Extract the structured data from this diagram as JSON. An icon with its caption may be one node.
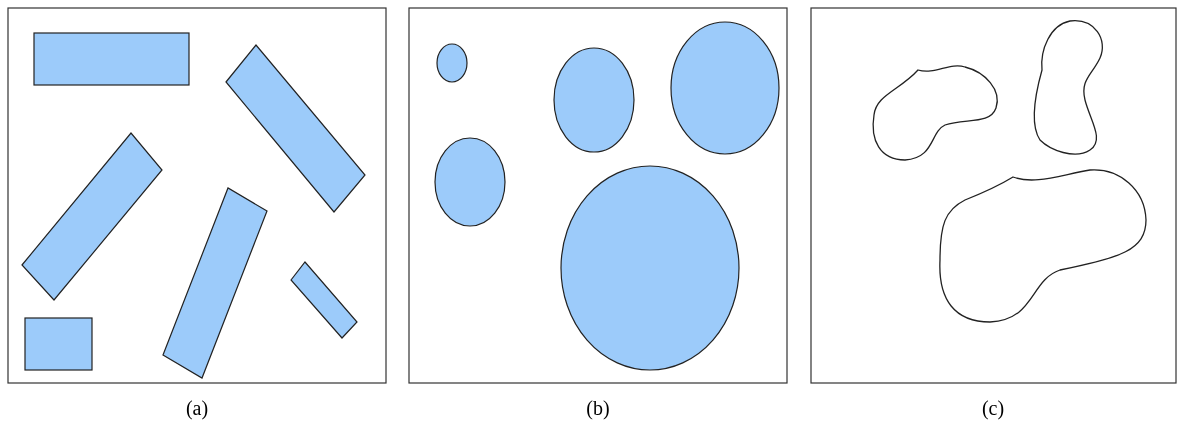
{
  "diagram": {
    "labels": [
      "(a)",
      "(b)",
      "(c)"
    ]
  }
}
